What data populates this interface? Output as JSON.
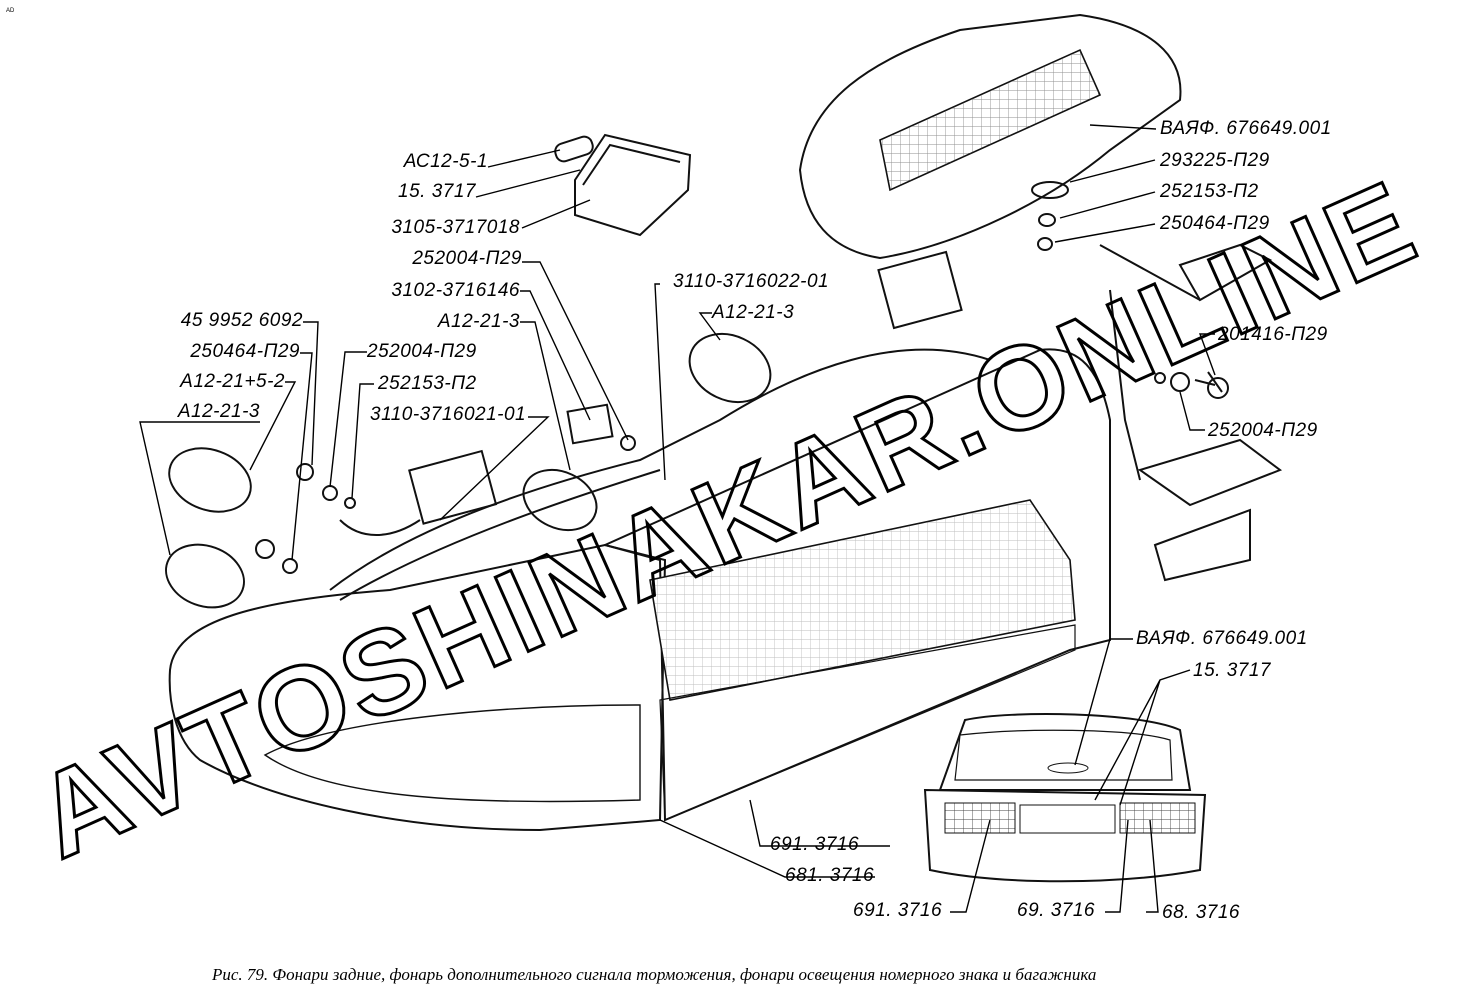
{
  "corner_mark": "AD",
  "watermark": "AVTOSHINAKAR.ONLINE",
  "caption": "Рис. 79. Фонари задние, фонарь дополнительного сигнала торможения, фонари освещения номерного знака и багажника",
  "labels": {
    "ac12": "АС12-5-1",
    "lamp15_top": "15. 3717",
    "housing3105": "3105-3717018",
    "washer252004_a": "252004-П29",
    "holder3102": "3102-3716146",
    "bulb_a12_a": "А12-21-3",
    "socket3110_22": "3110-3716022-01",
    "bulb_a12_b": "А12-21-3",
    "code459952": "45 9952 6092",
    "nut250464_a": "250464-П29",
    "bulb_a12_215": "А12-21+5-2",
    "bulb_a12_c": "А12-21-3",
    "washer252004_b": "252004-П29",
    "washer252153_a": "252153-П2",
    "socket3110_21": "3110-3716021-01",
    "vayaf_top": "ВАЯФ. 676649.001",
    "part293225": "293225-П29",
    "washer252153_b": "252153-П2",
    "nut250464_b": "250464-П29",
    "bolt201416": "201416-П29",
    "washer252004_c": "252004-П29",
    "vayaf_bottom": "ВАЯФ. 676649.001",
    "lamp15_bottom": "15. 3717",
    "lamp691_a": "691. 3716",
    "lamp681": "681. 3716",
    "lamp691_b": "691. 3716",
    "lamp69": "69. 3716",
    "lamp68": "68. 3716"
  }
}
